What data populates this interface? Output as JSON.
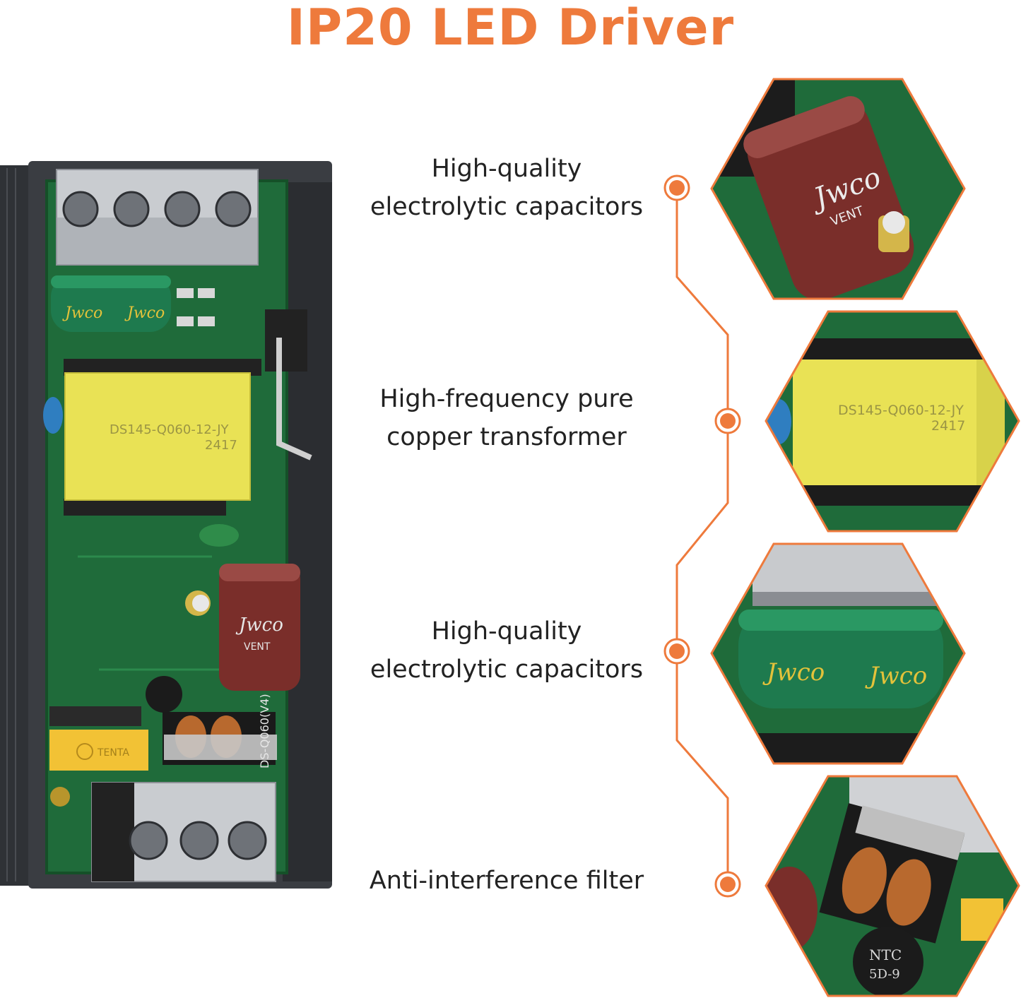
{
  "title": "IP20 LED Driver",
  "accent_color": "#ee7a3c",
  "features": [
    {
      "line1": "High-quality",
      "line2": "electrolytic capacitors"
    },
    {
      "line1": "High-frequency pure",
      "line2": "copper transformer"
    },
    {
      "line1": "High-quality",
      "line2": "electrolytic capacitors"
    },
    {
      "line1": "Anti-interference filter",
      "line2": ""
    }
  ],
  "product": {
    "transformer_code": "DS145-Q060-12-JY",
    "transformer_date": "2417",
    "capacitor_brand": "Jwco",
    "capacitor_sub": "VENT",
    "filter_brand": "TENTA",
    "board_code": "DS-Q060(V4)",
    "ntc_label": "NTC",
    "ntc_code": "5D-9"
  }
}
